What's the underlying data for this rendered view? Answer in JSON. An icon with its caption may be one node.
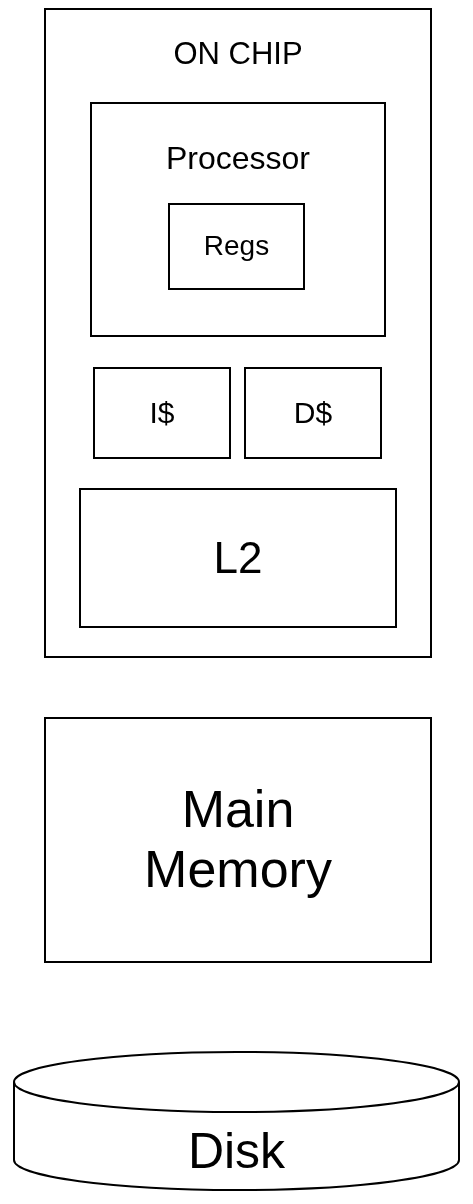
{
  "diagram": {
    "nodes": [
      {
        "text": [
          "ON CHIP"
        ]
      },
      {
        "text": [
          "Processor"
        ],
        "in": 0
      },
      {
        "text": [
          "Regs"
        ],
        "in": 1
      },
      {
        "text": [
          "I$"
        ],
        "in": 0
      },
      {
        "text": [
          "D$"
        ],
        "in": 0
      },
      {
        "text": [
          "L2"
        ],
        "in": 0
      },
      {
        "text": [
          "Main Memory"
        ]
      },
      {
        "text": [
          "Disk"
        ]
      }
    ]
  }
}
